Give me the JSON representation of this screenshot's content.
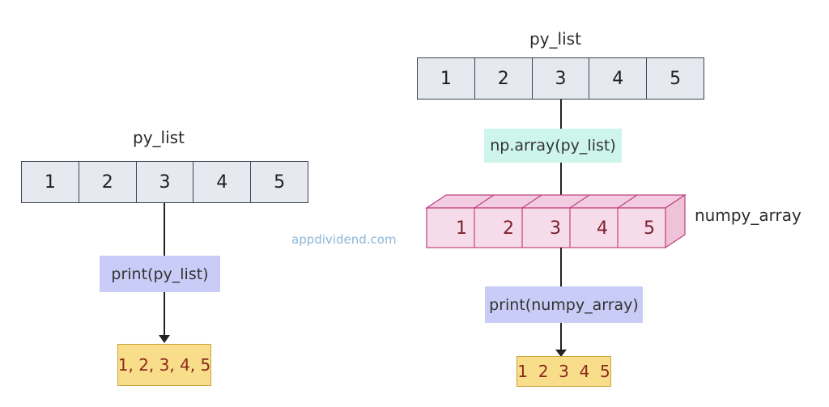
{
  "left": {
    "list_label": "py_list",
    "cells": [
      "1",
      "2",
      "3",
      "4",
      "5"
    ],
    "func_label": "print(py_list)",
    "output": "1, 2, 3, 4, 5"
  },
  "right": {
    "list_label": "py_list",
    "cells": [
      "1",
      "2",
      "3",
      "4",
      "5"
    ],
    "convert_label": "np.array(py_list)",
    "array_label": "numpy_array",
    "array_cells": [
      "1",
      "2",
      "3",
      "4",
      "5"
    ],
    "func_label": "print(numpy_array)",
    "output": "1  2  3  4  5"
  },
  "watermark": "appdividend.com",
  "colors": {
    "list_fill": "#e6eaf0",
    "print_fill": "#c9ccf6",
    "np_fill": "#cdf5ec",
    "array_fill": "#f6dcea",
    "array_stroke": "#c0417f",
    "output_fill": "#f8dd8a"
  }
}
